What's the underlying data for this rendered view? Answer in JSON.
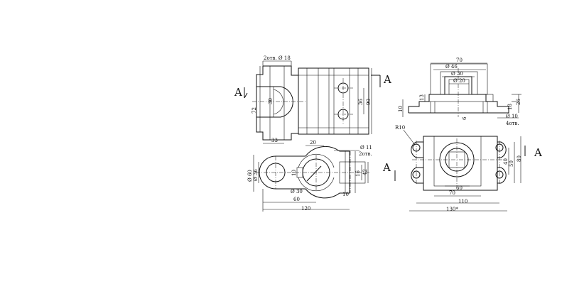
{
  "labels": {
    "section_letter": "A"
  },
  "front_view": {
    "holes_note": "2отв. Ø 18",
    "dim_height": "72",
    "dim_slot": "30",
    "dim_bottom": "33",
    "dim_right_36": "36",
    "dim_right_90": "90"
  },
  "side_view": {
    "dim_70": "70",
    "dim_d46": "Ø 46",
    "dim_d30": "Ø 30",
    "dim_d20": "Ø 20",
    "dim_13": "13",
    "dim_10": "10",
    "dim_6": "6",
    "dim_18": "18",
    "dim_26": "26",
    "holes_note_d10": "Ø 10",
    "holes_note_4": "4отв."
  },
  "bottom_left_view": {
    "dim_20": "20",
    "holes_note_d11": "Ø 11",
    "holes_note_2": "2отв.",
    "dim_d60": "Ø 60",
    "dim_d36": "Ø 36",
    "dim_10": "10",
    "dim_d30": "Ø 30",
    "dim_16": "16",
    "dim_42": "42",
    "dim_10b": "10",
    "dim_60": "60",
    "dim_120": "120"
  },
  "plan_view": {
    "radius": "R10",
    "dim_40": "40",
    "dim_50": "50",
    "dim_80": "80",
    "dim_60": "60",
    "dim_70": "70",
    "dim_110": "110",
    "dim_130": "130*"
  }
}
